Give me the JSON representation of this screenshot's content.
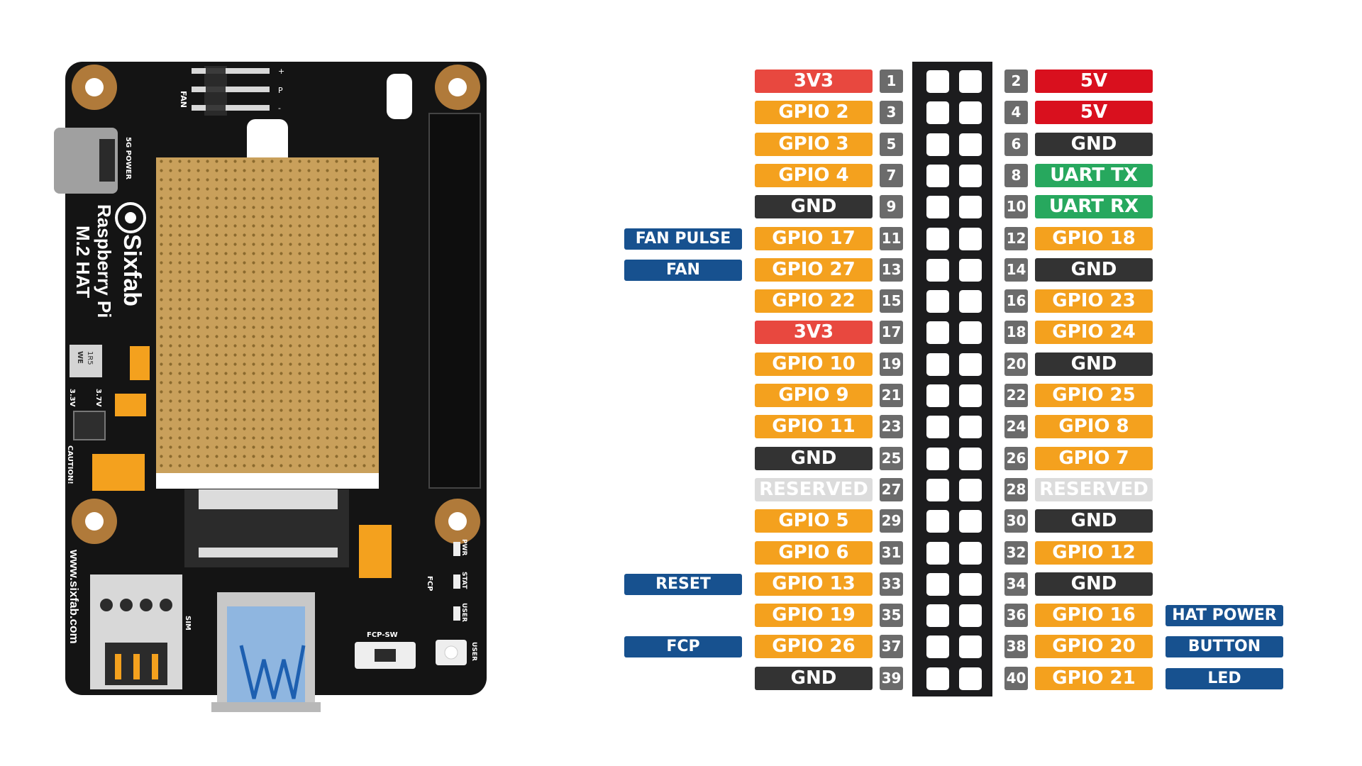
{
  "board": {
    "brand": "Sixfab",
    "product_line1": "Raspberry Pi",
    "product_line2": "M.2 HAT",
    "url": "www.sixfab.com",
    "silk": {
      "fan": "FAN",
      "plus": "+",
      "p": "P",
      "minus": "-",
      "power_5g": "5G POWER",
      "we": "WE",
      "r15": "1R5",
      "v33": "3.3V",
      "v37": "3.7V",
      "caution": "CAUTION!",
      "sim": "SIM",
      "fcp_sw": "FCP-SW",
      "fcp": "FCP",
      "pwr": "PWR",
      "stat": "STAT",
      "user": "USER",
      "user_btn": "USER"
    }
  },
  "colors": {
    "power3v3": "#e8483f",
    "power5v": "#d9101e",
    "gpio": "#f4a11e",
    "gnd": "#333333",
    "uart": "#27a85e",
    "reserved": "#dcdcdc",
    "func": "#17518f",
    "pin_number": "#6b6b6b"
  },
  "pins": [
    {
      "num": "1",
      "label": "3V3",
      "type": "power3v3"
    },
    {
      "num": "2",
      "label": "5V",
      "type": "power5v"
    },
    {
      "num": "3",
      "label": "GPIO 2",
      "type": "gpio"
    },
    {
      "num": "4",
      "label": "5V",
      "type": "power5v"
    },
    {
      "num": "5",
      "label": "GPIO 3",
      "type": "gpio"
    },
    {
      "num": "6",
      "label": "GND",
      "type": "gnd"
    },
    {
      "num": "7",
      "label": "GPIO 4",
      "type": "gpio"
    },
    {
      "num": "8",
      "label": "UART  TX",
      "type": "uart"
    },
    {
      "num": "9",
      "label": "GND",
      "type": "gnd"
    },
    {
      "num": "10",
      "label": "UART  RX",
      "type": "uart"
    },
    {
      "num": "11",
      "label": "GPIO 17",
      "type": "gpio",
      "func": "FAN PULSE"
    },
    {
      "num": "12",
      "label": "GPIO 18",
      "type": "gpio"
    },
    {
      "num": "13",
      "label": "GPIO 27",
      "type": "gpio",
      "func": "FAN"
    },
    {
      "num": "14",
      "label": "GND",
      "type": "gnd"
    },
    {
      "num": "15",
      "label": "GPIO 22",
      "type": "gpio"
    },
    {
      "num": "16",
      "label": "GPIO 23",
      "type": "gpio"
    },
    {
      "num": "17",
      "label": "3V3",
      "type": "power3v3"
    },
    {
      "num": "18",
      "label": "GPIO 24",
      "type": "gpio"
    },
    {
      "num": "19",
      "label": "GPIO 10",
      "type": "gpio"
    },
    {
      "num": "20",
      "label": "GND",
      "type": "gnd"
    },
    {
      "num": "21",
      "label": "GPIO 9",
      "type": "gpio"
    },
    {
      "num": "22",
      "label": "GPIO 25",
      "type": "gpio"
    },
    {
      "num": "23",
      "label": "GPIO 11",
      "type": "gpio"
    },
    {
      "num": "24",
      "label": "GPIO 8",
      "type": "gpio"
    },
    {
      "num": "25",
      "label": "GND",
      "type": "gnd"
    },
    {
      "num": "26",
      "label": "GPIO 7",
      "type": "gpio"
    },
    {
      "num": "27",
      "label": "RESERVED",
      "type": "reserved"
    },
    {
      "num": "28",
      "label": "RESERVED",
      "type": "reserved"
    },
    {
      "num": "29",
      "label": "GPIO 5",
      "type": "gpio"
    },
    {
      "num": "30",
      "label": "GND",
      "type": "gnd"
    },
    {
      "num": "31",
      "label": "GPIO 6",
      "type": "gpio"
    },
    {
      "num": "32",
      "label": "GPIO 12",
      "type": "gpio"
    },
    {
      "num": "33",
      "label": "GPIO 13",
      "type": "gpio",
      "func": "RESET"
    },
    {
      "num": "34",
      "label": "GND",
      "type": "gnd"
    },
    {
      "num": "35",
      "label": "GPIO 19",
      "type": "gpio"
    },
    {
      "num": "36",
      "label": "GPIO 16",
      "type": "gpio",
      "func": "HAT POWER"
    },
    {
      "num": "37",
      "label": "GPIO 26",
      "type": "gpio",
      "func": "FCP"
    },
    {
      "num": "38",
      "label": "GPIO 20",
      "type": "gpio",
      "func": "BUTTON"
    },
    {
      "num": "39",
      "label": "GND",
      "type": "gnd"
    },
    {
      "num": "40",
      "label": "GPIO 21",
      "type": "gpio",
      "func": "LED"
    }
  ]
}
